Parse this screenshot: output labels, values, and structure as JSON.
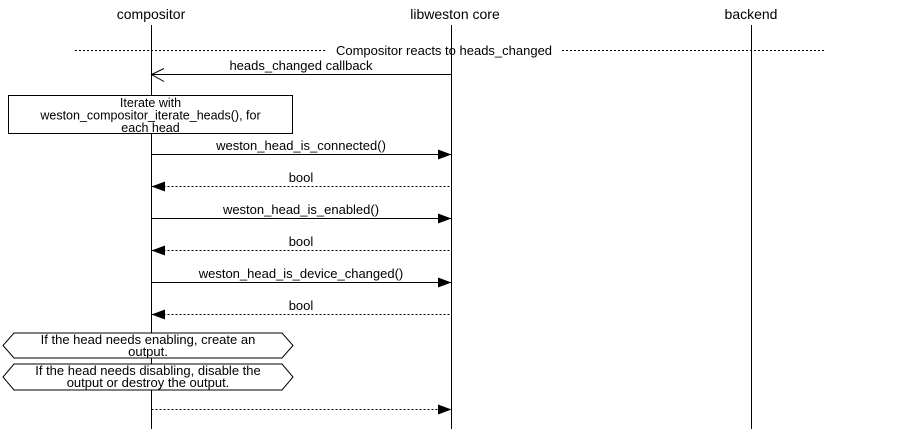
{
  "diagram": {
    "type": "sequence",
    "participants": [
      {
        "name": "compositor"
      },
      {
        "name": "libweston core"
      },
      {
        "name": "backend"
      }
    ],
    "divider": {
      "label": "Compositor reacts to heads_changed"
    },
    "messages": [
      {
        "label": "heads_changed callback",
        "from": "libweston core",
        "to": "compositor",
        "line": "solid",
        "arrowhead": "open"
      },
      {
        "label": "weston_head_is_connected()",
        "from": "compositor",
        "to": "libweston core",
        "line": "solid",
        "arrowhead": "filled"
      },
      {
        "label": "bool",
        "from": "libweston core",
        "to": "compositor",
        "line": "dotted",
        "arrowhead": "filled"
      },
      {
        "label": "weston_head_is_enabled()",
        "from": "compositor",
        "to": "libweston core",
        "line": "solid",
        "arrowhead": "filled"
      },
      {
        "label": "bool",
        "from": "libweston core",
        "to": "compositor",
        "line": "dotted",
        "arrowhead": "filled"
      },
      {
        "label": "weston_head_is_device_changed()",
        "from": "compositor",
        "to": "libweston core",
        "line": "solid",
        "arrowhead": "filled"
      },
      {
        "label": "bool",
        "from": "libweston core",
        "to": "compositor",
        "line": "dotted",
        "arrowhead": "filled"
      },
      {
        "label": "",
        "from": "compositor",
        "to": "libweston core",
        "line": "dotted",
        "arrowhead": "filled"
      }
    ],
    "note": {
      "lines": [
        "Iterate with",
        "weston_compositor_iterate_heads(), for",
        "each head"
      ]
    },
    "conditions": [
      {
        "lines": [
          "If the head needs enabling, create an",
          "output."
        ]
      },
      {
        "lines": [
          "If the head needs disabling, disable the",
          "output or destroy the output."
        ]
      }
    ],
    "colors": {
      "foreground": "#000000",
      "background": "#ffffff"
    }
  }
}
